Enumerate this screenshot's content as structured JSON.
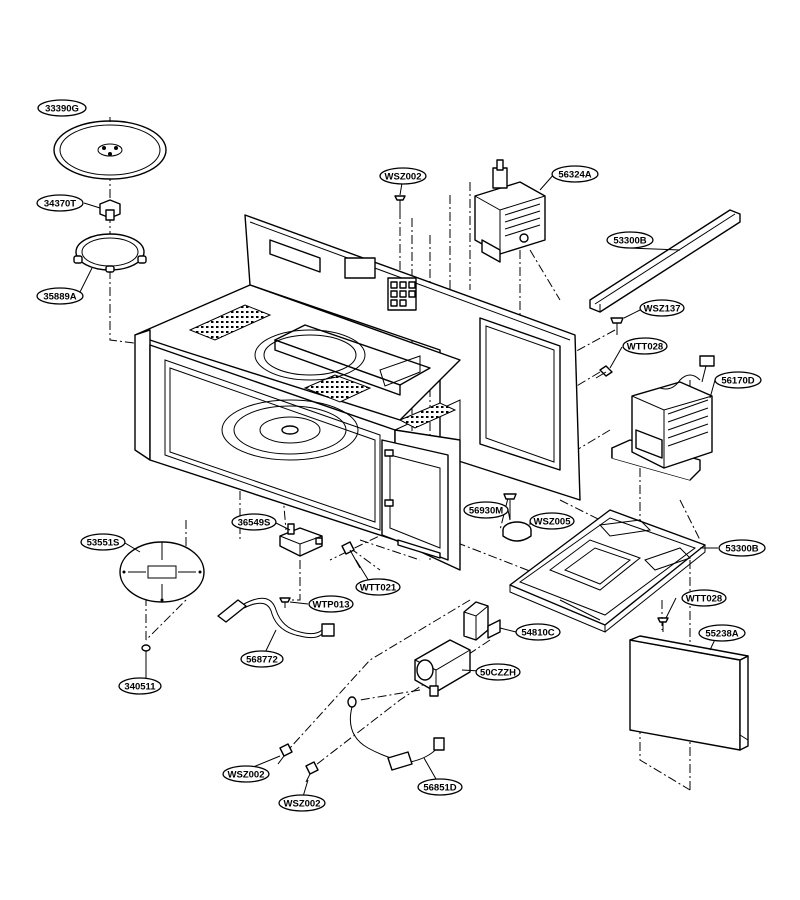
{
  "diagram": {
    "part_labels": {
      "p33390G": "33390G",
      "p34370T": "34370T",
      "p35889A": "35889A",
      "pWSZ002_top": "WSZ002",
      "p56324A": "56324A",
      "p53300B_top": "53300B",
      "pWSZ137": "WSZ137",
      "pWTT028_top": "WTT028",
      "p56170D": "56170D",
      "p36549S": "36549S",
      "p53551S": "53551S",
      "pWTT021": "WTT021",
      "pWTP013": "WTP013",
      "p568772": "568772",
      "p340511": "340511",
      "p56930M": "56930M",
      "pWSZ005": "WSZ005",
      "p53300B_bottom": "53300B",
      "pWTT028_bottom": "WTT028",
      "p54810C": "54810C",
      "p55238A": "55238A",
      "p50CZZH": "50CZZH",
      "pWSZ002_left": "WSZ002",
      "p56851D": "56851D",
      "pWSZ002_bottom": "WSZ002"
    }
  }
}
